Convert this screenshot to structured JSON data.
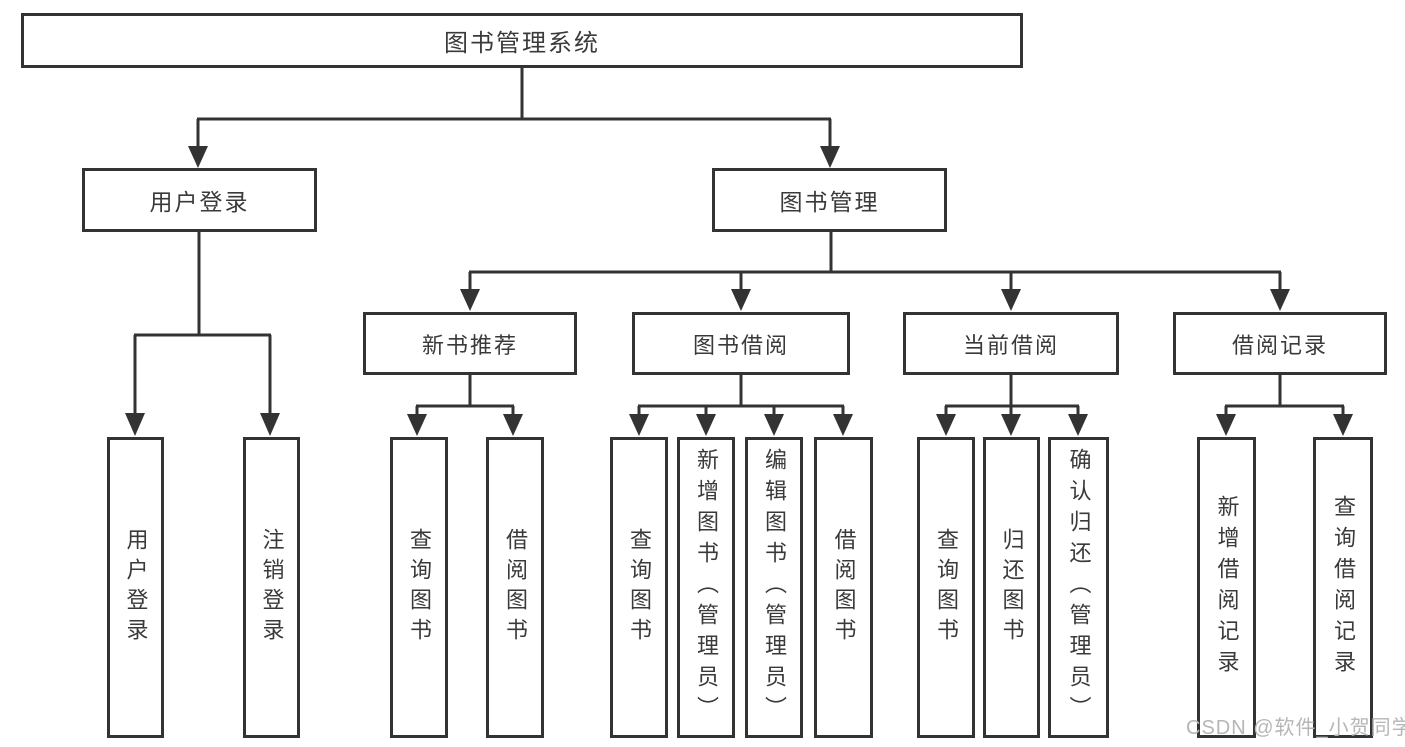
{
  "diagram": {
    "root": {
      "label": "图书管理系统"
    },
    "branches": [
      {
        "label": "用户登录",
        "children": [
          {
            "label": "用户登录"
          },
          {
            "label": "注销登录"
          }
        ]
      },
      {
        "label": "图书管理",
        "children": [
          {
            "label": "新书推荐",
            "children": [
              {
                "label": "查询图书"
              },
              {
                "label": "借阅图书"
              }
            ]
          },
          {
            "label": "图书借阅",
            "children": [
              {
                "label": "查询图书"
              },
              {
                "label": "新增图书（管理员）"
              },
              {
                "label": "编辑图书（管理员）"
              },
              {
                "label": "借阅图书"
              }
            ]
          },
          {
            "label": "当前借阅",
            "children": [
              {
                "label": "查询图书"
              },
              {
                "label": "归还图书"
              },
              {
                "label": "确认归还（管理员）"
              }
            ]
          },
          {
            "label": "借阅记录",
            "children": [
              {
                "label": "新增借阅记录"
              },
              {
                "label": "查询借阅记录"
              }
            ]
          }
        ]
      }
    ]
  },
  "watermark": {
    "text": "CSDN @软件_小贺同学",
    "color": "#b6b6b6"
  },
  "colors": {
    "line": "#333333",
    "box_border": "#333333",
    "box_fill": "#ffffff",
    "text": "#3a3a3a",
    "background": "#ffffff"
  }
}
